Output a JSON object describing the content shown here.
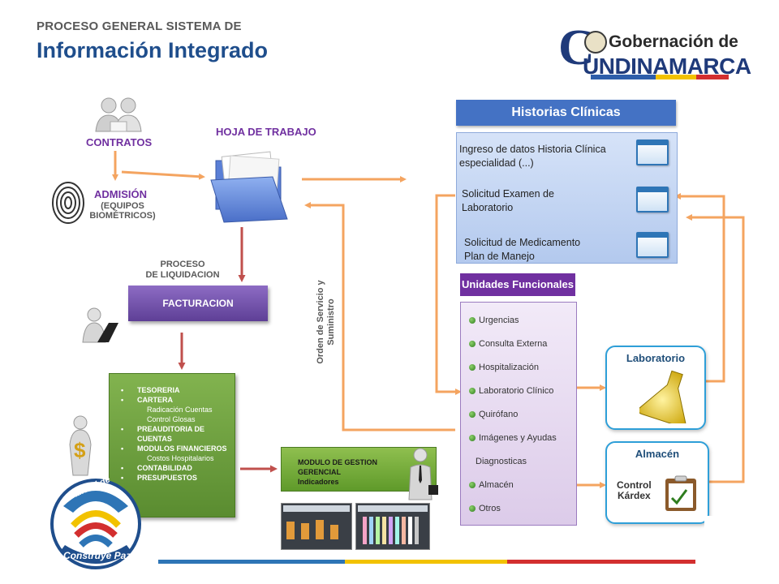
{
  "header": {
    "line1": "PROCESO GENERAL SISTEMA DE",
    "line2": "Información Integrado"
  },
  "logo": {
    "letter": "C",
    "text_top": "Gobernación de",
    "text_bottom": "UNDINAMARCA"
  },
  "left_flow": {
    "contratos": "CONTRATOS",
    "admision": "ADMISIÓN",
    "admision_sub1": "(EQUIPOS",
    "admision_sub2": "BIOMÉTRICOS)",
    "hoja_trabajo": "HOJA DE TRABAJO",
    "proceso_line1": "PROCESO",
    "proceso_line2": "DE LIQUIDACION",
    "facturacion": "FACTURACION"
  },
  "finance_list": [
    {
      "text": "TESORERIA",
      "sub": false
    },
    {
      "text": "CARTERA",
      "sub": false
    },
    {
      "text": "Radicación Cuentas",
      "sub": true
    },
    {
      "text": "Control Glosas",
      "sub": true
    },
    {
      "text": "PREAUDITORIA DE CUENTAS",
      "sub": false
    },
    {
      "text": "MODULOS FINANCIEROS",
      "sub": false
    },
    {
      "text": "Costos Hospitalarios",
      "sub": true
    },
    {
      "text": "CONTABILIDAD",
      "sub": false
    },
    {
      "text": "PRESUPUESTOS",
      "sub": false
    }
  ],
  "modulo_gestion": {
    "line1": "MODULO DE GESTION",
    "line2": "GERENCIAL",
    "line3": "Indicadores"
  },
  "vertical_label": {
    "line1": "Orden de Servicio  y",
    "line2": "Suministro"
  },
  "historias": {
    "title": "Historias Clínicas",
    "items": [
      {
        "line1": "Ingreso de datos Historia Clínica",
        "line2": "especialidad (...)"
      },
      {
        "line1": "Solicitud Examen de",
        "line2": "Laboratorio"
      },
      {
        "line1": "Solicitud de Medicamento",
        "line2": "Plan de Manejo"
      }
    ]
  },
  "unidades": {
    "title": "Unidades Funcionales",
    "items": [
      {
        "text": "Urgencias",
        "bullet": true
      },
      {
        "text": "Consulta Externa",
        "bullet": true
      },
      {
        "text": "Hospitalización",
        "bullet": true
      },
      {
        "text": "Laboratorio Clínico",
        "bullet": true
      },
      {
        "text": "Quirófano",
        "bullet": true
      },
      {
        "text": "Imágenes y Ayudas",
        "bullet": true
      },
      {
        "text": "Diagnosticas",
        "bullet": false
      },
      {
        "text": "Almacén",
        "bullet": true
      },
      {
        "text": "Otros",
        "bullet": true
      }
    ]
  },
  "laboratorio": {
    "title": "Laboratorio"
  },
  "almacen": {
    "title": "Almacén",
    "line1": "Control",
    "line2": "Kárdex"
  },
  "badge": {
    "top": "Calidad de",
    "bottom": "Construye Paz"
  },
  "colors": {
    "orange_arrow": "#f4a460",
    "red_arrow": "#c0504d",
    "blue_header": "#4472c4",
    "purple": "#7030a0",
    "green": "#6fa23c"
  }
}
